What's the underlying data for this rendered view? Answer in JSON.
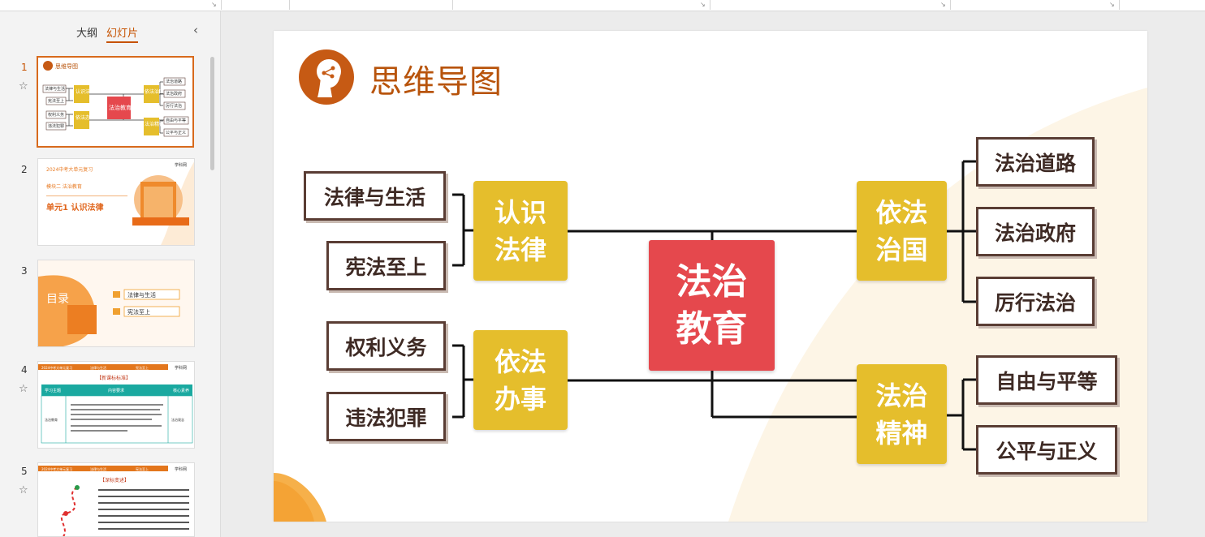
{
  "panel": {
    "tab_outline": "大纲",
    "tab_slides": "幻灯片",
    "collapse_glyph": "‹"
  },
  "thumbnails": [
    {
      "number": "1",
      "title": "思维导图",
      "leaves_left": [
        "法律与生活",
        "宪法至上",
        "权利义务",
        "违法犯罪"
      ],
      "cats_left": [
        "认识法律",
        "依法办事"
      ],
      "center": "法治教育",
      "cats_right": [
        "依法治国",
        "法治精神"
      ],
      "leaves_right": [
        "法治道路",
        "法治政府",
        "厉行法治",
        "自由与平等",
        "公平与正义"
      ]
    },
    {
      "number": "2",
      "header": "2024中考大单元复习",
      "brand": "学科网",
      "module": "模块二  法治教育",
      "unit": "单元1 认识法律"
    },
    {
      "number": "3",
      "toc": "目录",
      "items": [
        "法律与生活",
        "宪法至上"
      ]
    },
    {
      "number": "4",
      "bar": [
        "2024中考大单元复习",
        "法律与生活",
        "宪法至上"
      ],
      "brand": "学科网",
      "heading": "【新课标标准】",
      "cols": [
        "学习主题",
        "内容要求",
        "核心素养"
      ],
      "theme": "法治教育",
      "literacy": "法治观念"
    },
    {
      "number": "5",
      "bar": [
        "2024中考大单元复习",
        "法律与生活",
        "宪法至上"
      ],
      "brand": "学科网",
      "heading": "【深标变述】"
    }
  ],
  "slide": {
    "title": "思维导图",
    "center": "法治\n教育",
    "categories": [
      {
        "label": "认识\n法律",
        "leaves": [
          "法律与生活",
          "宪法至上"
        ]
      },
      {
        "label": "依法\n办事",
        "leaves": [
          "权利义务",
          "违法犯罪"
        ]
      },
      {
        "label": "依法\n治国",
        "leaves": [
          "法治道路",
          "法治政府",
          "厉行法治"
        ]
      },
      {
        "label": "法治\n精神",
        "leaves": [
          "自由与平等",
          "公平与正义"
        ]
      }
    ]
  },
  "colors": {
    "accent": "#c65200",
    "title": "#b8540c",
    "category": "#e5be2c",
    "center": "#e5484d",
    "leaf_border": "#5a3d34"
  }
}
